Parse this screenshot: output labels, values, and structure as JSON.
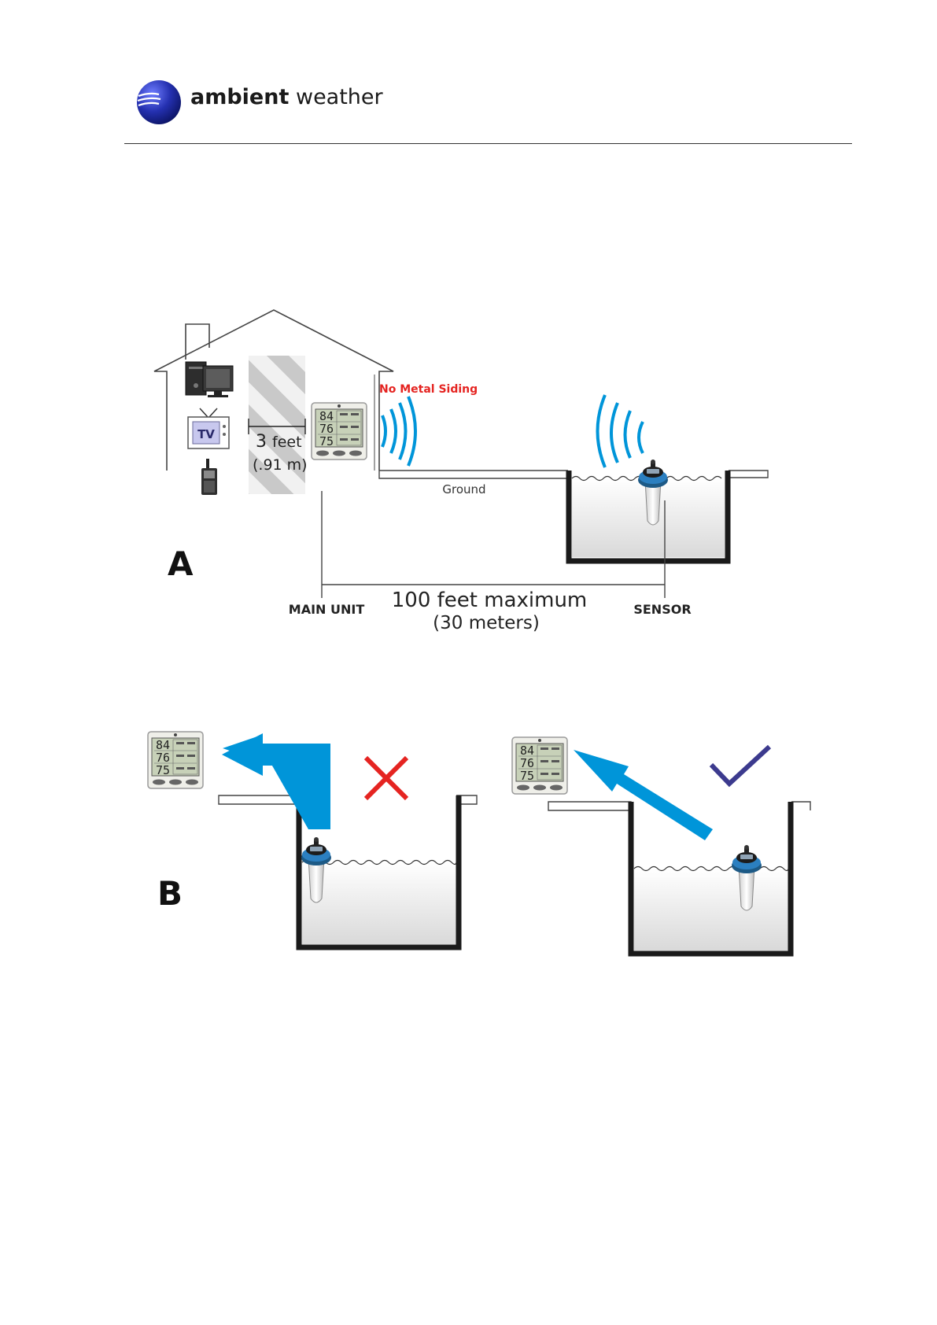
{
  "logo": {
    "brand_bold": "ambient",
    "brand_light": "weather"
  },
  "diagram_a": {
    "panel_letter": "A",
    "tv_label": "TV",
    "no_metal_siding": "No Metal Siding",
    "distance_feet_num": "3",
    "distance_feet_unit": "feet",
    "distance_meters": "(.91 m)",
    "ground": "Ground",
    "main_unit": "MAIN UNIT",
    "sensor": "SENSOR",
    "max_range": "100 feet maximum",
    "max_range_metric": "(30 meters)"
  },
  "diagram_b": {
    "panel_letter": "B"
  },
  "display": {
    "reading_top": "84",
    "reading_mid": "76",
    "reading_bot": "75"
  },
  "colors": {
    "signal_blue": "#0095d9",
    "cross_red": "#e52421",
    "check_navy": "#3c3a8e",
    "label_red": "#e52421",
    "logo_blue": "#2a34a8"
  }
}
